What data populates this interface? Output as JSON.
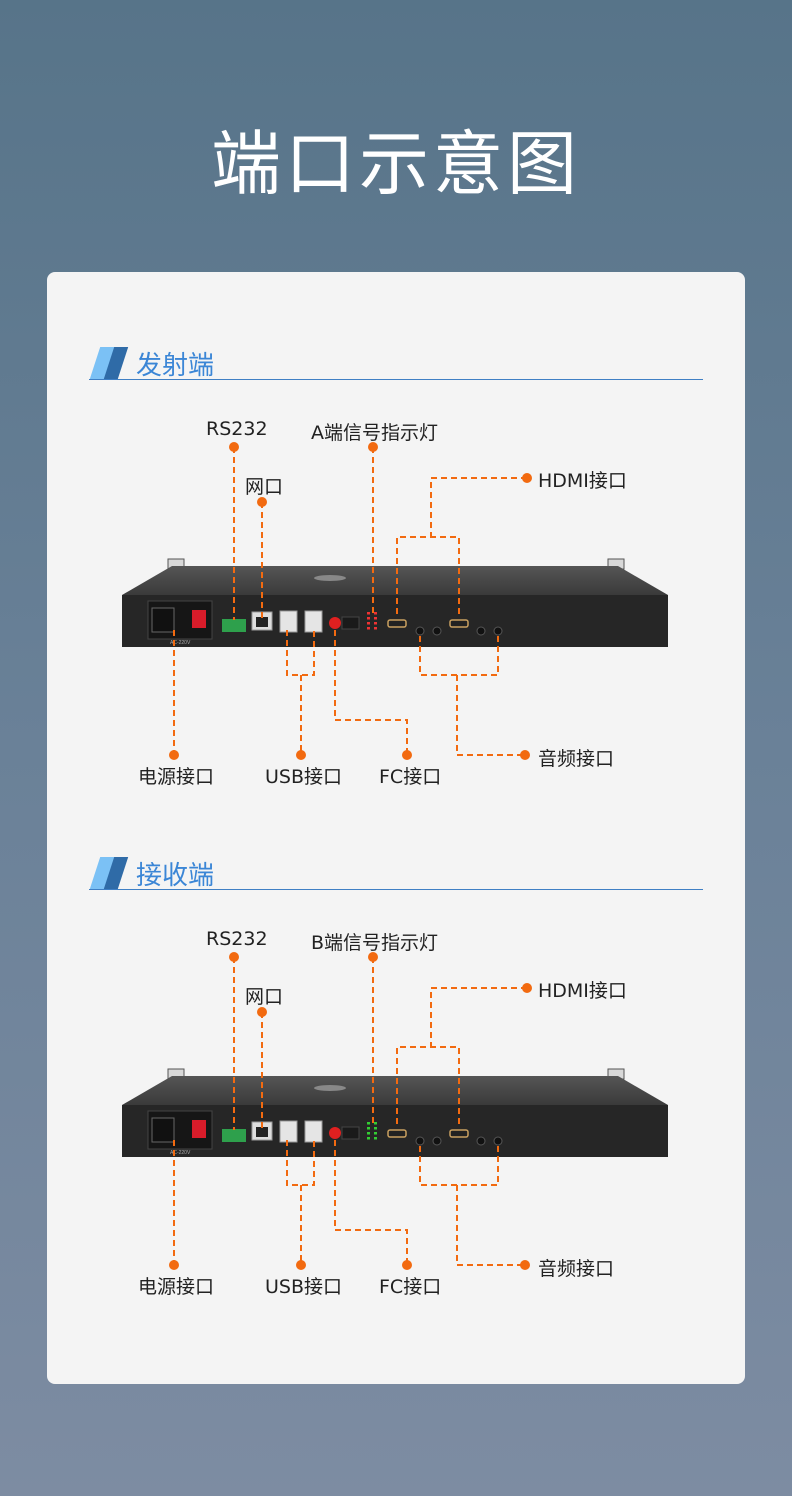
{
  "title": "端口示意图",
  "sections": [
    {
      "heading": "发射端",
      "labels": {
        "rs232": "RS232",
        "net": "网口",
        "indicator": "A端信号指示灯",
        "hdmi": "HDMI接口",
        "power": "电源接口",
        "usb": "USB接口",
        "fc": "FC接口",
        "audio": "音频接口"
      }
    },
    {
      "heading": "接收端",
      "labels": {
        "rs232": "RS232",
        "net": "网口",
        "indicator": "B端信号指示灯",
        "hdmi": "HDMI接口",
        "power": "电源接口",
        "usb": "USB接口",
        "fc": "FC接口",
        "audio": "音频接口"
      }
    }
  ],
  "colors": {
    "accent": "#f26a10",
    "heading": "#3b86d6"
  }
}
